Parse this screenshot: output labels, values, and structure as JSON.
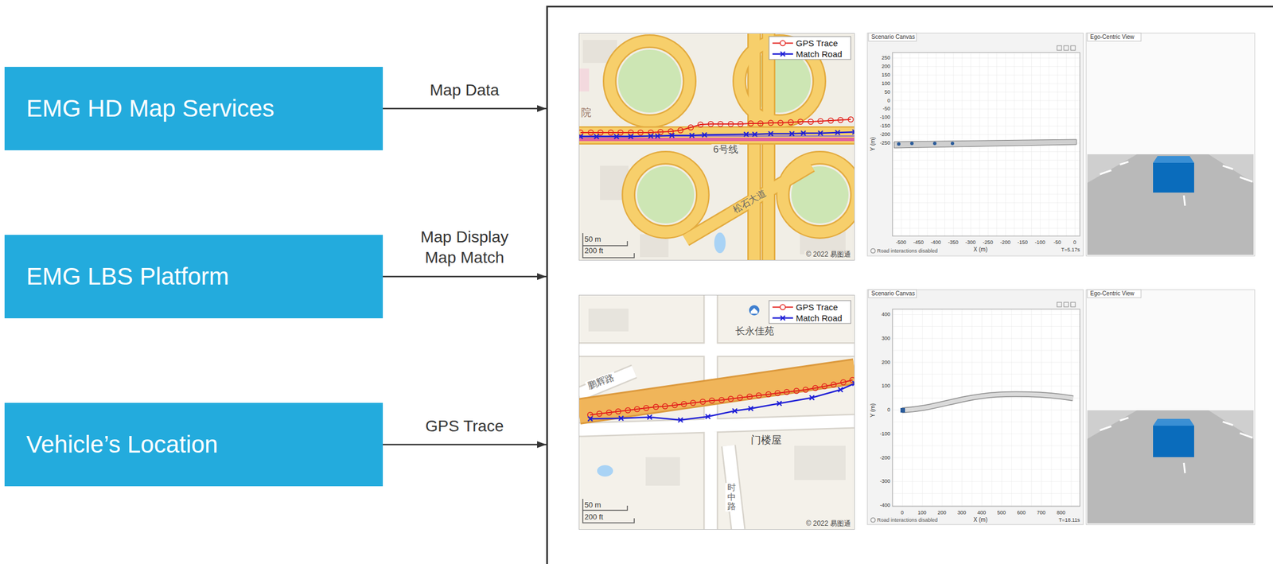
{
  "diagram": {
    "nodes": [
      {
        "text": [
          "EMG HD Map Services"
        ]
      },
      {
        "text": [
          "EMG LBS Platform"
        ]
      },
      {
        "text": [
          "Vehicle’s Location"
        ]
      },
      {
        "text": []
      }
    ],
    "edges": [
      {
        "from": 0,
        "to": 3,
        "label": "Map Data",
        "arrow": "to"
      },
      {
        "from": 1,
        "to": 3,
        "label": "Map Display Map Match",
        "arrow": "to"
      },
      {
        "from": 2,
        "to": 3,
        "label": "GPS Trace",
        "arrow": "to"
      }
    ],
    "labels": [
      "院",
      "6号线",
      "松石大道",
      "50 m",
      "200 ft",
      "© 2022 易图通",
      "Scenario Canvas",
      "250",
      "200",
      "150",
      "100",
      "50",
      "0",
      "-50",
      "-100",
      "-150",
      "-200",
      "-250",
      "Y (m)",
      "-500",
      "-450",
      "-400",
      "-350",
      "-300",
      "-250",
      "-200",
      "-150",
      "-100",
      "-50",
      "0",
      "X (m)",
      "Road interactions disabled",
      "T=5.17s",
      "Ego-Centric View",
      "长永佳苑",
      "鹏辉路",
      "门楼屋",
      "时中路",
      "50 m",
      "200 ft",
      "© 2022 易图通",
      "Scenario Canvas",
      "400",
      "300",
      "200",
      "100",
      "0",
      "-100",
      "-200",
      "-300",
      "-400",
      "Y (m)",
      "0",
      "100",
      "200",
      "300",
      "400",
      "500",
      "600",
      "700",
      "800",
      "X (m)",
      "Road interactions disabled",
      "T=18.11s",
      "Ego-Centric View"
    ],
    "legend": [
      {
        "text": "GPS Trace"
      },
      {
        "text": "Match Road"
      },
      {
        "text": "GPS Trace"
      },
      {
        "text": "Match Road"
      }
    ]
  }
}
